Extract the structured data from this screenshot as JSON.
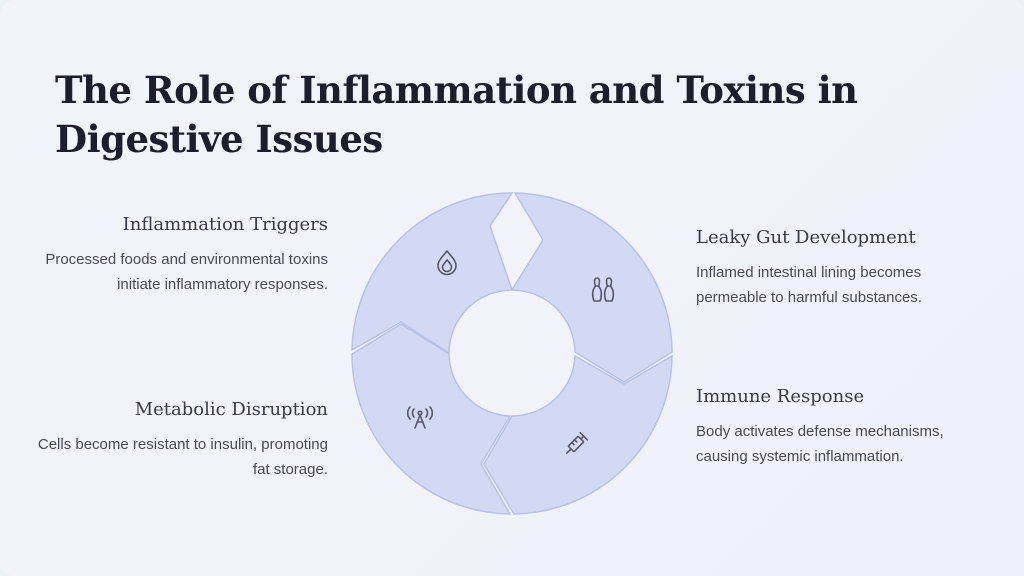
{
  "title": "The Role of Inflammation and Toxins in Digestive Issues",
  "colors": {
    "segment_fill": "#d3d9f5",
    "segment_stroke": "#b9c2e6",
    "icon": "#55566a",
    "title": "#1d1d2b",
    "text": "#4a4a56"
  },
  "steps": [
    {
      "heading": "Inflammation Triggers",
      "description": "Processed foods and environmental toxins initiate inflammatory responses.",
      "icon": "flame-drop-icon"
    },
    {
      "heading": "Leaky Gut Development",
      "description": "Inflamed intestinal lining becomes permeable to harmful substances.",
      "icon": "bowling-pins-icon"
    },
    {
      "heading": "Immune Response",
      "description": "Body activates defense mechanisms, causing systemic inflammation.",
      "icon": "syringe-icon"
    },
    {
      "heading": "Metabolic Disruption",
      "description": "Cells become resistant to insulin, promoting fat storage.",
      "icon": "signal-tower-icon"
    }
  ]
}
